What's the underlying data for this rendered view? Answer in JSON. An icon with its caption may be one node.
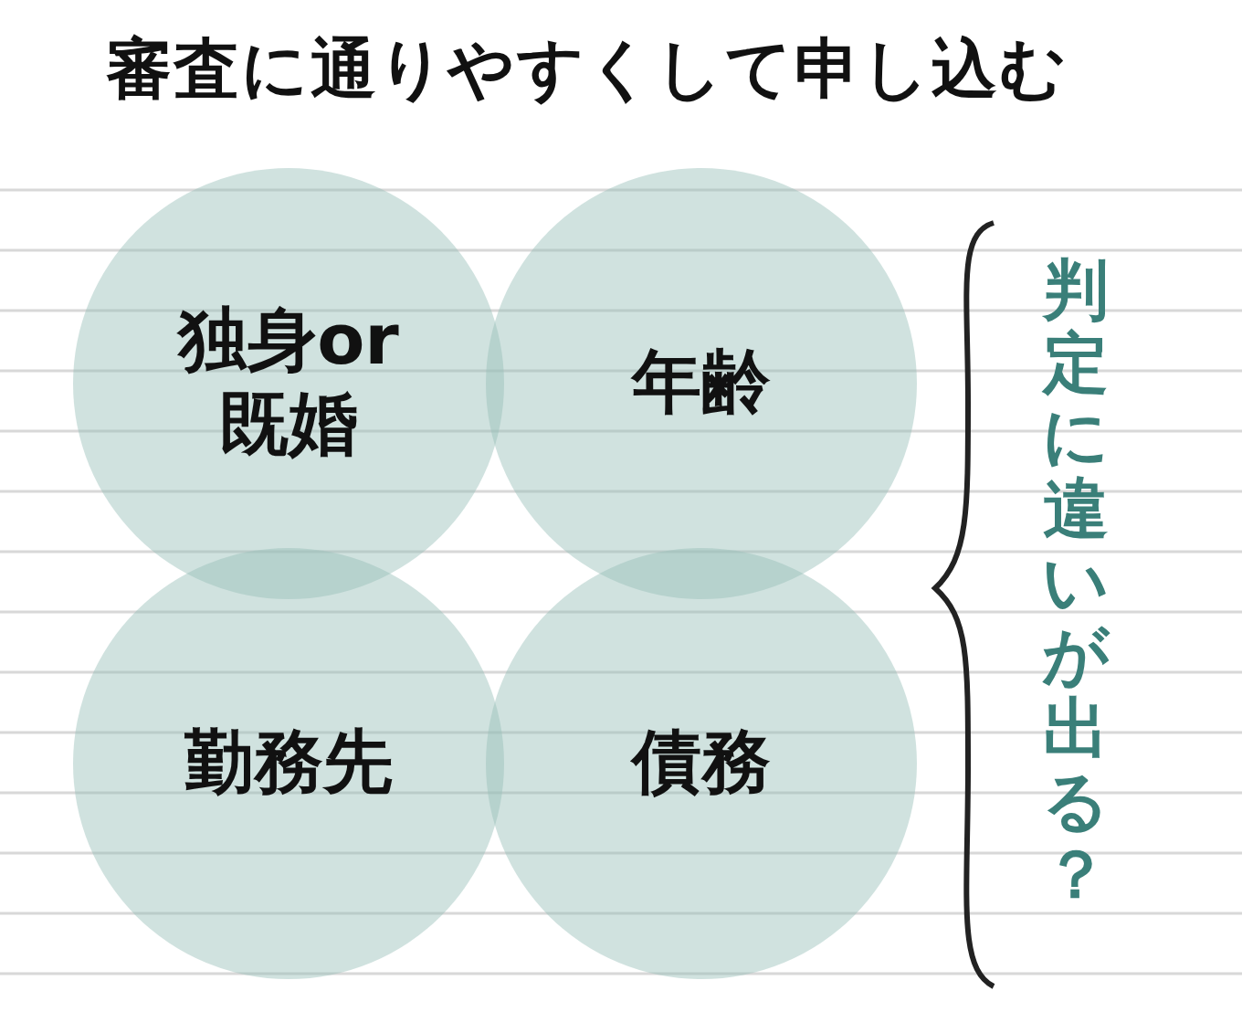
{
  "diagram": {
    "title": "審査に通りやすくして申し込む",
    "nodes": [
      {
        "text": [
          "独身or既婚"
        ]
      },
      {
        "text": [
          "年齢"
        ]
      },
      {
        "text": [
          "勤務先"
        ]
      },
      {
        "text": [
          "債務"
        ]
      }
    ],
    "labels": [
      "判定に違いが出る？"
    ]
  }
}
